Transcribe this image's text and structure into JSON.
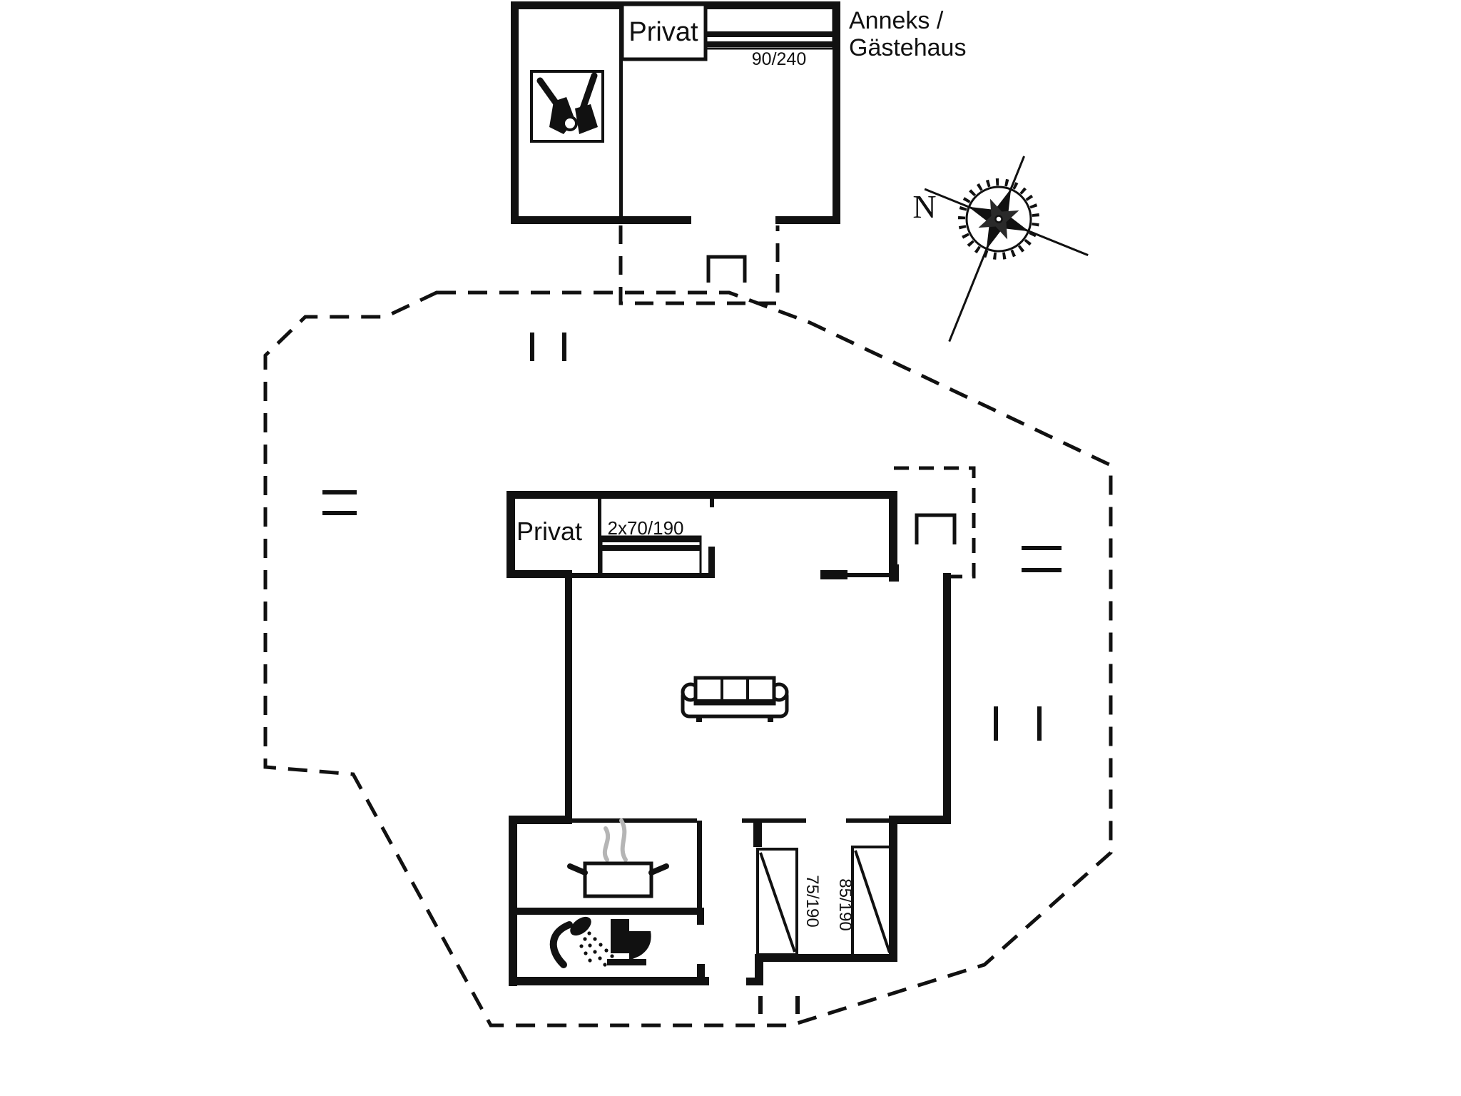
{
  "title": "Holiday house floor plan",
  "colors": {
    "ink": "#111111",
    "steam_gray": "#b5b5b5",
    "background": "#ffffff"
  },
  "compass": {
    "north_label": "N"
  },
  "annex": {
    "building_label_line1": "Anneks /",
    "building_label_line2": "Gästehaus",
    "privat_room_label": "Privat",
    "bed_size_label": "90/240",
    "icons": [
      "garden-tools-icon"
    ]
  },
  "main_house": {
    "privat_room_label": "Privat",
    "double_bed_size_label": "2x70/190",
    "single_bed_1_size_label": "75/190",
    "single_bed_2_size_label": "85/190",
    "furniture": [
      "sofa",
      "cooking-pot",
      "shower",
      "toilet"
    ]
  }
}
